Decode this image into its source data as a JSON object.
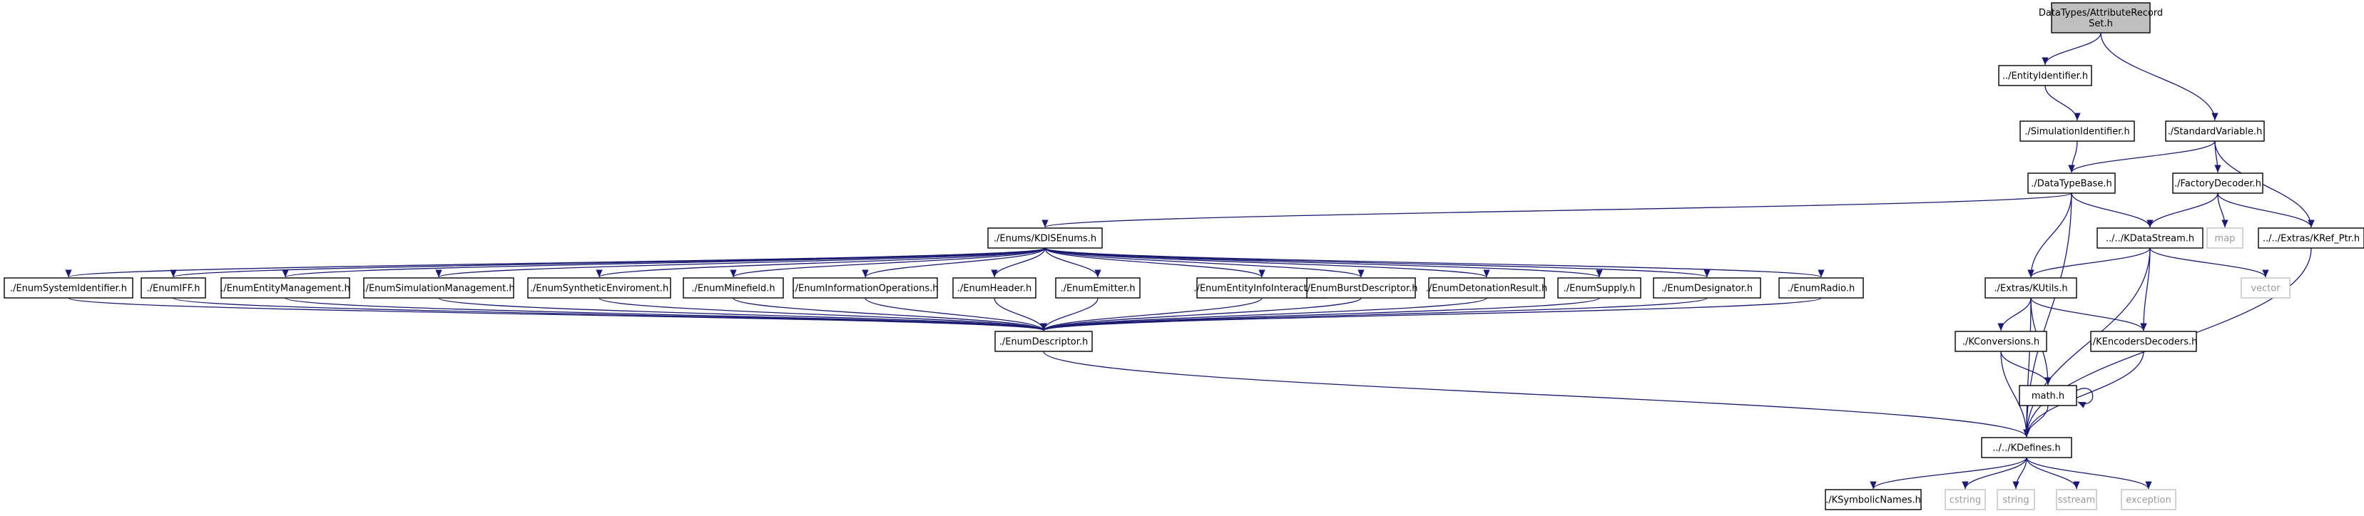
{
  "colors": {
    "edge": "#191970",
    "node_border": "#000000",
    "system_border": "#bfbfbf",
    "root_fill": "#bfbfbf",
    "node_fill": "#ffffff",
    "system_text": "#999999"
  },
  "nodes": [
    {
      "id": "root",
      "label": [
        "DataTypes/AttributeRecord",
        "Set.h"
      ],
      "kind": "root"
    },
    {
      "id": "entityid",
      "label": [
        "../EntityIdentifier.h"
      ],
      "kind": "header"
    },
    {
      "id": "simid",
      "label": [
        "./SimulationIdentifier.h"
      ],
      "kind": "header"
    },
    {
      "id": "stdvar",
      "label": [
        "./StandardVariable.h"
      ],
      "kind": "header"
    },
    {
      "id": "dtbase",
      "label": [
        "./DataTypeBase.h"
      ],
      "kind": "header"
    },
    {
      "id": "factory",
      "label": [
        "./FactoryDecoder.h"
      ],
      "kind": "header"
    },
    {
      "id": "kdisenums",
      "label": [
        "./Enums/KDISEnums.h"
      ],
      "kind": "header"
    },
    {
      "id": "kdatastream",
      "label": [
        "../../KDataStream.h"
      ],
      "kind": "header"
    },
    {
      "id": "map",
      "label": [
        "map"
      ],
      "kind": "system"
    },
    {
      "id": "krefptr",
      "label": [
        "../../Extras/KRef_Ptr.h"
      ],
      "kind": "header"
    },
    {
      "id": "e_sysid",
      "label": [
        "./EnumSystemIdentifier.h"
      ],
      "kind": "header"
    },
    {
      "id": "e_iff",
      "label": [
        "./EnumIFF.h"
      ],
      "kind": "header"
    },
    {
      "id": "e_entmgmt",
      "label": [
        "./EnumEntityManagement.h"
      ],
      "kind": "header"
    },
    {
      "id": "e_simmgmt",
      "label": [
        "./EnumSimulationManagement.h"
      ],
      "kind": "header"
    },
    {
      "id": "e_synth",
      "label": [
        "./EnumSyntheticEnviroment.h"
      ],
      "kind": "header"
    },
    {
      "id": "e_mine",
      "label": [
        "./EnumMinefield.h"
      ],
      "kind": "header"
    },
    {
      "id": "e_infoops",
      "label": [
        "./EnumInformationOperations.h"
      ],
      "kind": "header"
    },
    {
      "id": "e_header",
      "label": [
        "./EnumHeader.h"
      ],
      "kind": "header"
    },
    {
      "id": "e_emitter",
      "label": [
        "./EnumEmitter.h"
      ],
      "kind": "header"
    },
    {
      "id": "e_entinfo",
      "label": [
        "./EnumEntityInfoInteraction.h"
      ],
      "kind": "header"
    },
    {
      "id": "e_burst",
      "label": [
        "./EnumBurstDescriptor.h"
      ],
      "kind": "header"
    },
    {
      "id": "e_deton",
      "label": [
        "./EnumDetonationResult.h"
      ],
      "kind": "header"
    },
    {
      "id": "e_supply",
      "label": [
        "./EnumSupply.h"
      ],
      "kind": "header"
    },
    {
      "id": "e_desig",
      "label": [
        "./EnumDesignator.h"
      ],
      "kind": "header"
    },
    {
      "id": "e_radio",
      "label": [
        "./EnumRadio.h"
      ],
      "kind": "header"
    },
    {
      "id": "kutils",
      "label": [
        "./Extras/KUtils.h"
      ],
      "kind": "header"
    },
    {
      "id": "vector",
      "label": [
        "vector"
      ],
      "kind": "system"
    },
    {
      "id": "enumdesc",
      "label": [
        "./EnumDescriptor.h"
      ],
      "kind": "header"
    },
    {
      "id": "kconv",
      "label": [
        "./KConversions.h"
      ],
      "kind": "header"
    },
    {
      "id": "kencdec",
      "label": [
        "./KEncodersDecoders.h"
      ],
      "kind": "header"
    },
    {
      "id": "math",
      "label": [
        "math.h"
      ],
      "kind": "header"
    },
    {
      "id": "kdefines",
      "label": [
        "../../KDefines.h"
      ],
      "kind": "header"
    },
    {
      "id": "ksymb",
      "label": [
        "./KSymbolicNames.h"
      ],
      "kind": "header"
    },
    {
      "id": "cstring",
      "label": [
        "cstring"
      ],
      "kind": "system"
    },
    {
      "id": "string",
      "label": [
        "string"
      ],
      "kind": "system"
    },
    {
      "id": "sstream",
      "label": [
        "sstream"
      ],
      "kind": "system"
    },
    {
      "id": "exception",
      "label": [
        "exception"
      ],
      "kind": "system"
    }
  ],
  "edges": [
    [
      "root",
      "entityid"
    ],
    [
      "root",
      "stdvar"
    ],
    [
      "entityid",
      "simid"
    ],
    [
      "simid",
      "dtbase"
    ],
    [
      "stdvar",
      "dtbase"
    ],
    [
      "stdvar",
      "factory"
    ],
    [
      "stdvar",
      "krefptr"
    ],
    [
      "dtbase",
      "kdisenums"
    ],
    [
      "dtbase",
      "kdatastream"
    ],
    [
      "dtbase",
      "kutils"
    ],
    [
      "dtbase",
      "kdefines"
    ],
    [
      "factory",
      "kdatastream"
    ],
    [
      "factory",
      "map"
    ],
    [
      "factory",
      "krefptr"
    ],
    [
      "kdisenums",
      "e_sysid"
    ],
    [
      "kdisenums",
      "e_iff"
    ],
    [
      "kdisenums",
      "e_entmgmt"
    ],
    [
      "kdisenums",
      "e_simmgmt"
    ],
    [
      "kdisenums",
      "e_synth"
    ],
    [
      "kdisenums",
      "e_mine"
    ],
    [
      "kdisenums",
      "e_infoops"
    ],
    [
      "kdisenums",
      "e_header"
    ],
    [
      "kdisenums",
      "e_emitter"
    ],
    [
      "kdisenums",
      "e_entinfo"
    ],
    [
      "kdisenums",
      "e_burst"
    ],
    [
      "kdisenums",
      "e_deton"
    ],
    [
      "kdisenums",
      "e_supply"
    ],
    [
      "kdisenums",
      "e_desig"
    ],
    [
      "kdisenums",
      "e_radio"
    ],
    [
      "e_sysid",
      "enumdesc"
    ],
    [
      "e_iff",
      "enumdesc"
    ],
    [
      "e_entmgmt",
      "enumdesc"
    ],
    [
      "e_simmgmt",
      "enumdesc"
    ],
    [
      "e_synth",
      "enumdesc"
    ],
    [
      "e_mine",
      "enumdesc"
    ],
    [
      "e_infoops",
      "enumdesc"
    ],
    [
      "e_header",
      "enumdesc"
    ],
    [
      "e_emitter",
      "enumdesc"
    ],
    [
      "e_entinfo",
      "enumdesc"
    ],
    [
      "e_burst",
      "enumdesc"
    ],
    [
      "e_deton",
      "enumdesc"
    ],
    [
      "e_supply",
      "enumdesc"
    ],
    [
      "e_desig",
      "enumdesc"
    ],
    [
      "e_radio",
      "enumdesc"
    ],
    [
      "enumdesc",
      "kdefines"
    ],
    [
      "kdatastream",
      "kutils"
    ],
    [
      "kdatastream",
      "vector"
    ],
    [
      "kdatastream",
      "kencdec"
    ],
    [
      "kdatastream",
      "kdefines"
    ],
    [
      "kutils",
      "kconv"
    ],
    [
      "kutils",
      "kencdec"
    ],
    [
      "kutils",
      "math"
    ],
    [
      "kutils",
      "kdefines"
    ],
    [
      "kconv",
      "math"
    ],
    [
      "kconv",
      "kdefines"
    ],
    [
      "math",
      "math"
    ],
    [
      "math",
      "kdefines"
    ],
    [
      "kencdec",
      "kdefines"
    ],
    [
      "krefptr",
      "kdefines"
    ],
    [
      "kdefines",
      "ksymb"
    ],
    [
      "kdefines",
      "cstring"
    ],
    [
      "kdefines",
      "string"
    ],
    [
      "kdefines",
      "sstream"
    ],
    [
      "kdefines",
      "exception"
    ]
  ]
}
